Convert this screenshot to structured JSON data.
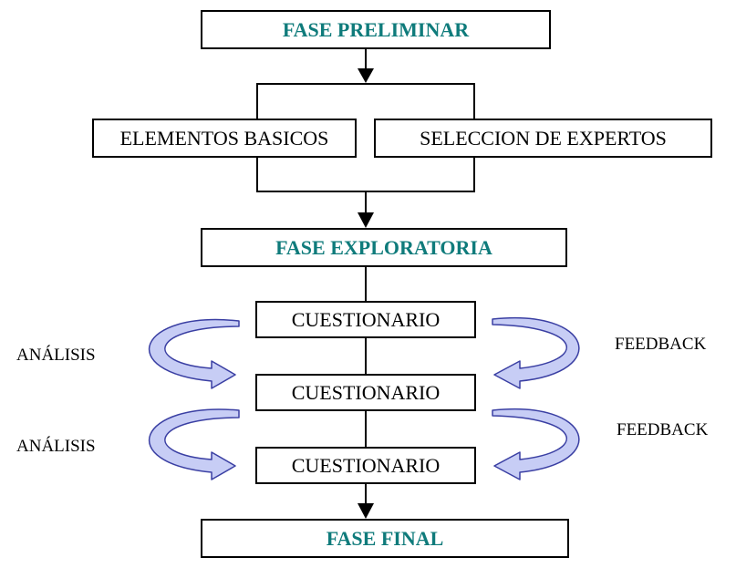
{
  "colors": {
    "phase_text": "#0f7b7b",
    "arrow_fill": "#c7cdf5",
    "arrow_stroke": "#3a3fa3"
  },
  "phases": {
    "preliminar": "FASE PRELIMINAR",
    "exploratoria": "FASE EXPLORATORIA",
    "final": "FASE FINAL"
  },
  "preliminar_items": {
    "left": "ELEMENTOS BASICOS",
    "right": "SELECCION DE EXPERTOS"
  },
  "cuestionarios": [
    "CUESTIONARIO",
    "CUESTIONARIO",
    "CUESTIONARIO"
  ],
  "left_labels": [
    "ANÁLISIS",
    "ANÁLISIS"
  ],
  "right_labels": [
    "FEEDBACK",
    "FEEDBACK"
  ]
}
